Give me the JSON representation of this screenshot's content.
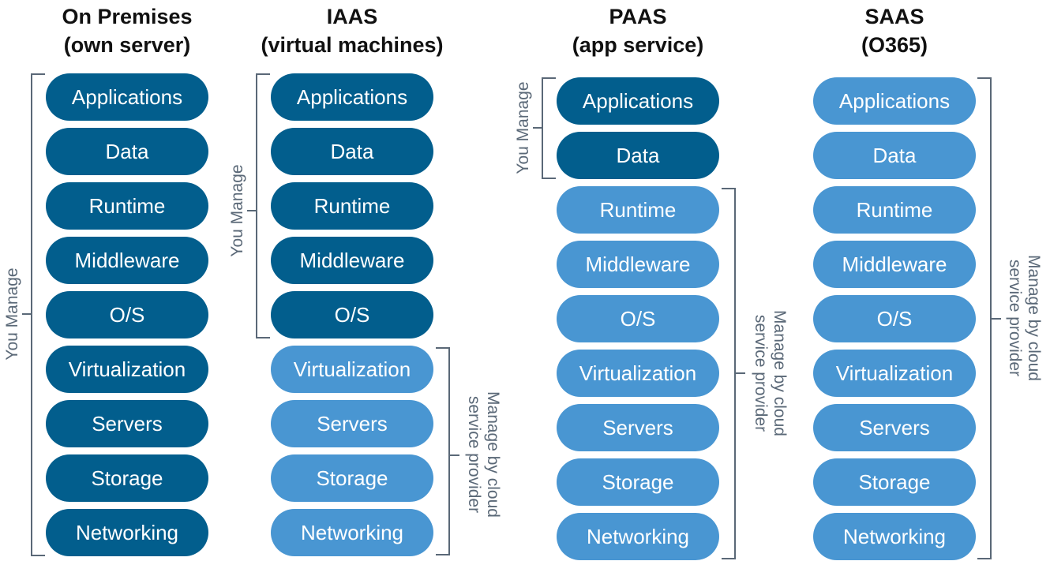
{
  "colors": {
    "you_manage": "#025e8d",
    "provider_managed": "#4996d2",
    "bracket": "#5a6877"
  },
  "columns": [
    {
      "title_line1": "On Premises",
      "title_line2": "(own server)",
      "you_manage_label": "You Manage",
      "provider_label_line1": "",
      "provider_label_line2": "",
      "layers": [
        {
          "label": "Applications",
          "managed_by": "you"
        },
        {
          "label": "Data",
          "managed_by": "you"
        },
        {
          "label": "Runtime",
          "managed_by": "you"
        },
        {
          "label": "Middleware",
          "managed_by": "you"
        },
        {
          "label": "O/S",
          "managed_by": "you"
        },
        {
          "label": "Virtualization",
          "managed_by": "you"
        },
        {
          "label": "Servers",
          "managed_by": "you"
        },
        {
          "label": "Storage",
          "managed_by": "you"
        },
        {
          "label": "Networking",
          "managed_by": "you"
        }
      ]
    },
    {
      "title_line1": "IAAS",
      "title_line2": "(virtual machines)",
      "you_manage_label": "You Manage",
      "provider_label_line1": "Manage by cloud",
      "provider_label_line2": "service provider",
      "layers": [
        {
          "label": "Applications",
          "managed_by": "you"
        },
        {
          "label": "Data",
          "managed_by": "you"
        },
        {
          "label": "Runtime",
          "managed_by": "you"
        },
        {
          "label": "Middleware",
          "managed_by": "you"
        },
        {
          "label": "O/S",
          "managed_by": "you"
        },
        {
          "label": "Virtualization",
          "managed_by": "provider"
        },
        {
          "label": "Servers",
          "managed_by": "provider"
        },
        {
          "label": "Storage",
          "managed_by": "provider"
        },
        {
          "label": "Networking",
          "managed_by": "provider"
        }
      ]
    },
    {
      "title_line1": "PAAS",
      "title_line2": "(app service)",
      "you_manage_label": "You Manage",
      "provider_label_line1": "Manage by cloud",
      "provider_label_line2": "service provider",
      "layers": [
        {
          "label": "Applications",
          "managed_by": "you"
        },
        {
          "label": "Data",
          "managed_by": "you"
        },
        {
          "label": "Runtime",
          "managed_by": "provider"
        },
        {
          "label": "Middleware",
          "managed_by": "provider"
        },
        {
          "label": "O/S",
          "managed_by": "provider"
        },
        {
          "label": "Virtualization",
          "managed_by": "provider"
        },
        {
          "label": "Servers",
          "managed_by": "provider"
        },
        {
          "label": "Storage",
          "managed_by": "provider"
        },
        {
          "label": "Networking",
          "managed_by": "provider"
        }
      ]
    },
    {
      "title_line1": "SAAS",
      "title_line2": "(O365)",
      "you_manage_label": "",
      "provider_label_line1": "Manage by cloud",
      "provider_label_line2": "service provider",
      "layers": [
        {
          "label": "Applications",
          "managed_by": "provider"
        },
        {
          "label": "Data",
          "managed_by": "provider"
        },
        {
          "label": "Runtime",
          "managed_by": "provider"
        },
        {
          "label": "Middleware",
          "managed_by": "provider"
        },
        {
          "label": "O/S",
          "managed_by": "provider"
        },
        {
          "label": "Virtualization",
          "managed_by": "provider"
        },
        {
          "label": "Servers",
          "managed_by": "provider"
        },
        {
          "label": "Storage",
          "managed_by": "provider"
        },
        {
          "label": "Networking",
          "managed_by": "provider"
        }
      ]
    }
  ]
}
